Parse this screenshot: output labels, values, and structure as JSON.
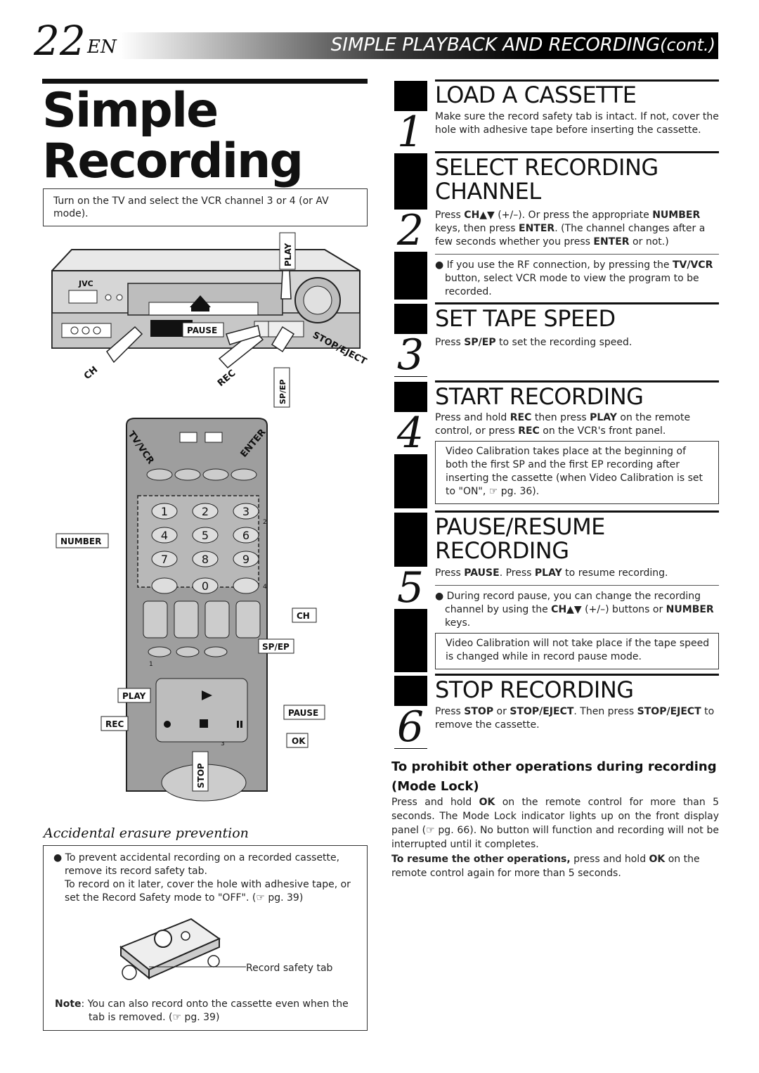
{
  "header": {
    "page_number": "22",
    "language": "EN",
    "section_title": "SIMPLE PLAYBACK AND RECORDING",
    "section_cont": "(cont.)"
  },
  "main": {
    "title_line1": "Simple",
    "title_line2": "Recording",
    "intro": "Turn on the TV and select the VCR channel 3 or 4 (or AV mode)."
  },
  "illustration": {
    "vcr_labels": {
      "brand": "JVC",
      "play": "PLAY",
      "pause": "PAUSE",
      "stop_eject": "STOP/EJECT",
      "ch": "CH",
      "rec": "REC",
      "sp_ep": "SP/EP"
    },
    "remote_labels": {
      "tv_vcr": "TV/VCR",
      "enter": "ENTER",
      "number": "NUMBER",
      "ch": "CH",
      "sp_ep": "SP/EP",
      "play": "PLAY",
      "pause": "PAUSE",
      "rec": "REC",
      "ok": "OK",
      "stop": "STOP",
      "keys": [
        "1",
        "2",
        "3",
        "4",
        "5",
        "6",
        "7",
        "8",
        "9",
        "0"
      ],
      "marker_1": "1",
      "marker_2": "2",
      "marker_3": "3",
      "marker_4": "4"
    }
  },
  "accidental": {
    "title": "Accidental erasure prevention",
    "bullet": "To prevent accidental recording on a recorded cassette, remove its record safety tab.",
    "continuation": "To record on it later, cover the hole with adhesive tape, or set the Record Safety mode to \"OFF\". (☞ pg. 39)",
    "tab_label": "Record safety tab",
    "note_label": "Note",
    "note_text": ": You can also record onto the cassette even when the tab is removed. (☞ pg. 39)"
  },
  "steps": [
    {
      "number": "1",
      "heading": "LOAD A CASSETTE",
      "text": "Make sure the record safety tab is intact. If not, cover the hole with adhesive tape before inserting the cassette."
    },
    {
      "number": "2",
      "heading_line1": "SELECT RECORDING",
      "heading_line2": "CHANNEL",
      "text_pre": "Press ",
      "text_b1": "CH▲▼",
      "text_mid1": " (+/–). Or press the appropriate ",
      "text_b2": "NUMBER",
      "text_mid2": " keys, then press ",
      "text_b3": "ENTER",
      "text_mid3": ". (The channel changes after a few seconds whether you press ",
      "text_b4": "ENTER",
      "text_end": " or not.)",
      "bullet_pre": "● If you use the RF connection, by pressing the ",
      "bullet_b": "TV/VCR",
      "bullet_end": " button, select VCR mode to view the program to be recorded."
    },
    {
      "number": "3",
      "heading": "SET TAPE SPEED",
      "text_pre": "Press ",
      "text_b": "SP/EP",
      "text_end": " to set the recording speed."
    },
    {
      "number": "4",
      "heading": "START RECORDING",
      "text_pre": "Press and hold ",
      "text_b1": "REC",
      "text_mid1": " then press ",
      "text_b2": "PLAY",
      "text_mid2": " on the remote control, or press ",
      "text_b3": "REC",
      "text_end": " on the VCR's front panel.",
      "note": "Video Calibration takes place at the beginning of both the first SP and the first EP recording after inserting the cassette (when Video Calibration is set to \"ON\", ☞ pg. 36)."
    },
    {
      "number": "5",
      "heading_line1": "PAUSE/RESUME",
      "heading_line2": "RECORDING",
      "text_pre": "Press ",
      "text_b1": "PAUSE",
      "text_mid": ". Press ",
      "text_b2": "PLAY",
      "text_end": " to resume recording.",
      "bullet_pre": "● During record pause, you can change the recording channel by using the ",
      "bullet_b1": "CH▲▼",
      "bullet_mid": " (+/–) buttons or ",
      "bullet_b2": "NUMBER",
      "bullet_end": " keys.",
      "note": "Video Calibration will not take place if the tape speed is changed while in record pause mode."
    },
    {
      "number": "6",
      "heading": "STOP RECORDING",
      "text_pre": "Press ",
      "text_b1": "STOP",
      "text_mid1": " or ",
      "text_b2": "STOP/EJECT",
      "text_mid2": ". Then press ",
      "text_b3": "STOP/EJECT",
      "text_end": " to remove the cassette."
    }
  ],
  "mode_lock": {
    "heading": "To prohibit other operations during recording (Mode Lock)",
    "text_pre": "Press and hold ",
    "text_b": "OK",
    "text_end": " on the remote control for more than 5 seconds. The Mode Lock indicator lights up on the front display panel (☞ pg. 66). No button will function and recording will not be interrupted until it completes.",
    "resume_b": "To resume the other operations,",
    "resume_mid": " press and hold ",
    "resume_b2": "OK",
    "resume_end": " on the remote control again for more than 5 seconds."
  }
}
